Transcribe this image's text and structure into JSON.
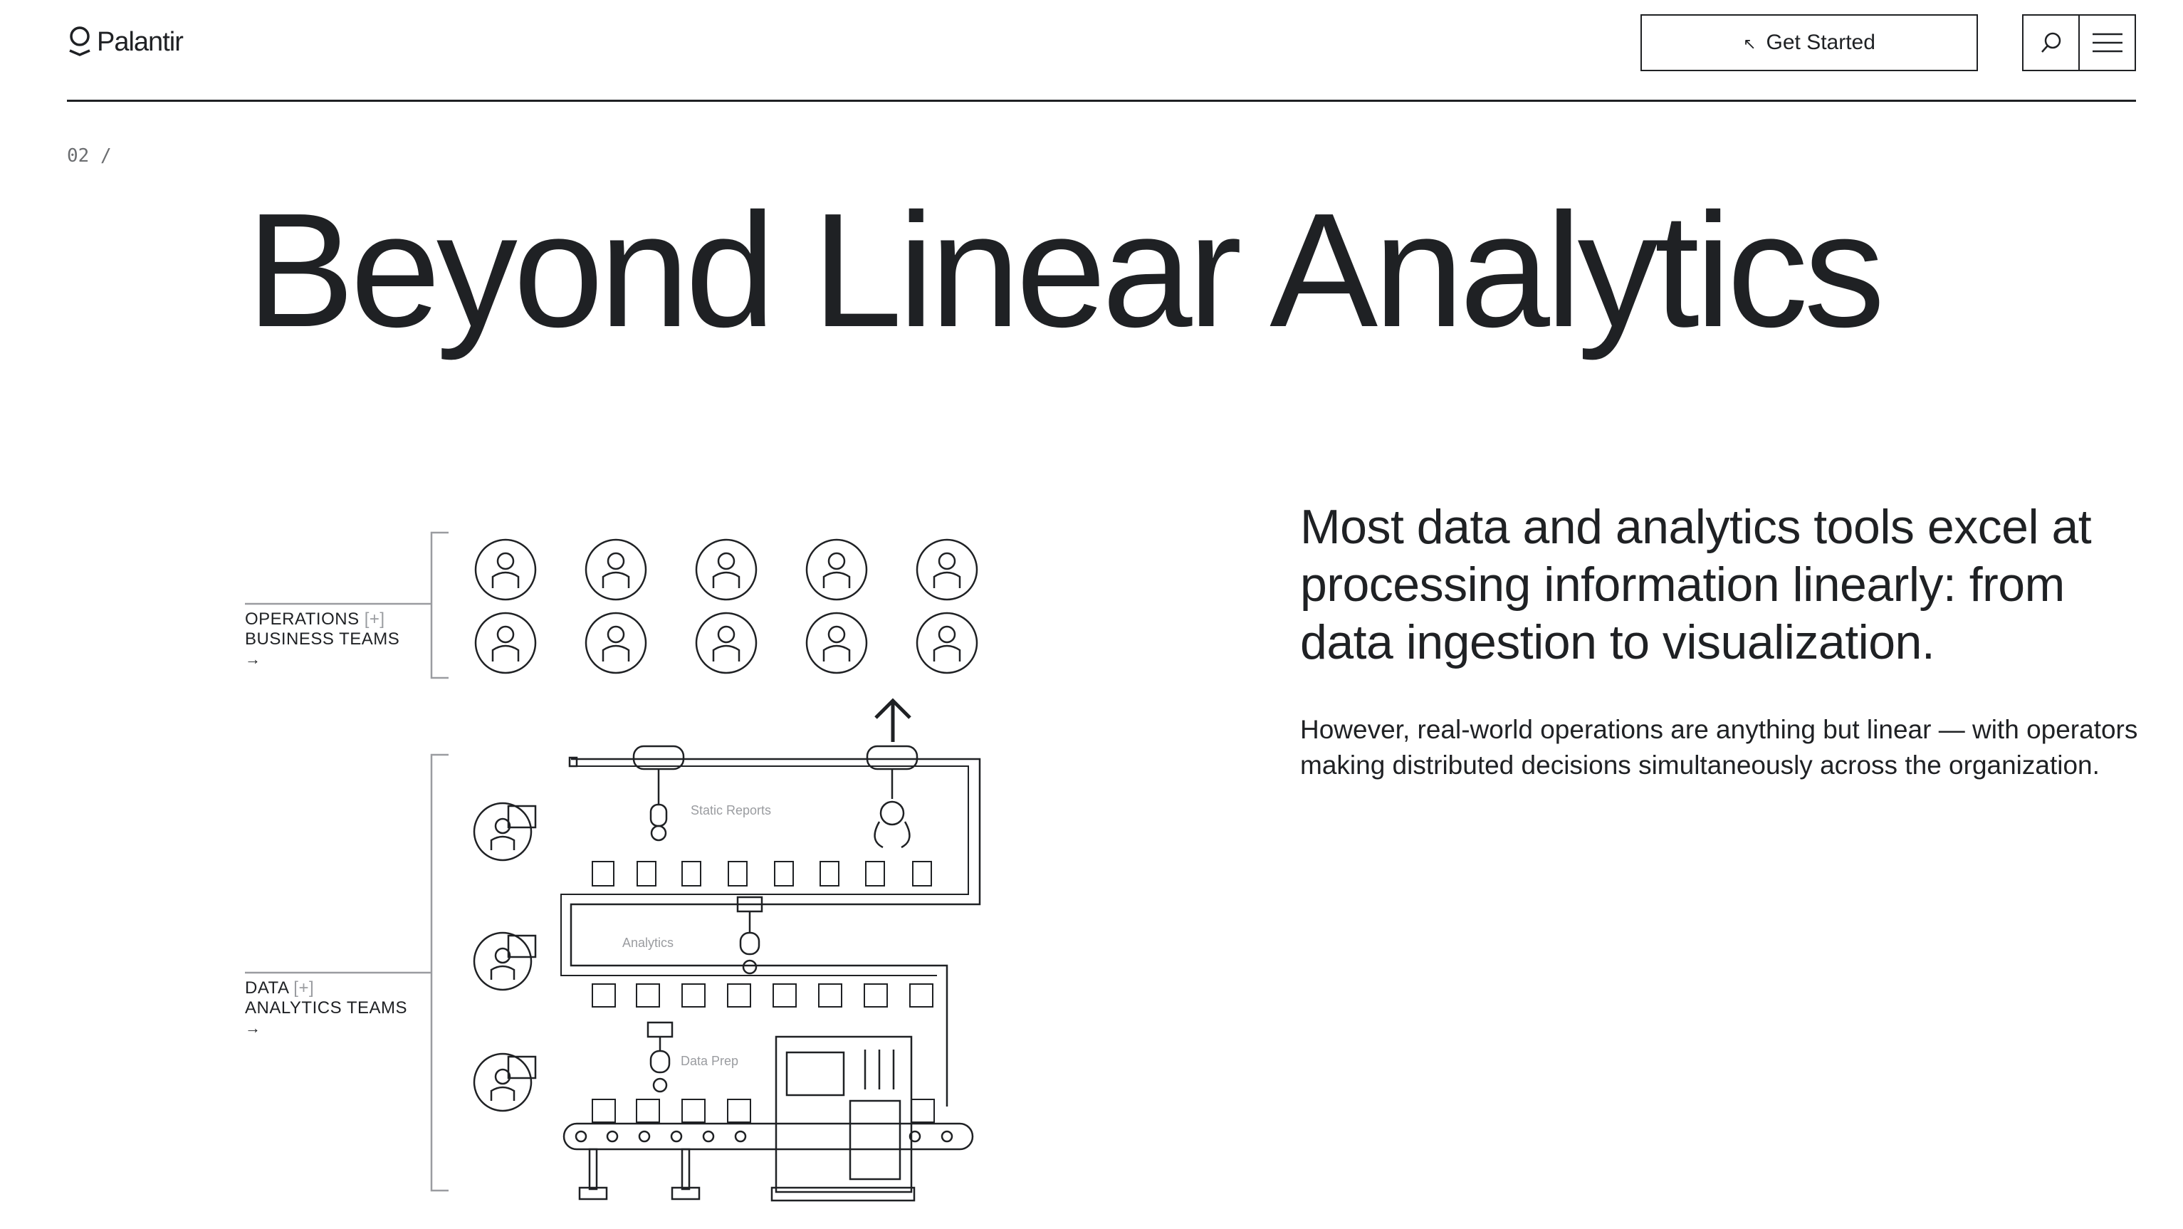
{
  "header": {
    "brand": "Palantir",
    "cta_label": "Get Started",
    "cta_icon": "arrow-up-left-icon",
    "search_icon": "search-icon",
    "menu_icon": "hamburger-menu-icon"
  },
  "section": {
    "number": "02 /",
    "title": "Beyond Linear Analytics"
  },
  "copy": {
    "lead": "Most data and analytics tools excel at processing information linearly: from data ingestion to visualization.",
    "body": "However, real-world operations are anything but linear — with operators making distributed decisions simultaneously across the organization."
  },
  "illustration": {
    "group_top": {
      "line1": "OPERATIONS",
      "plus": "[+]",
      "line2": "BUSINESS TEAMS",
      "arrow": "→"
    },
    "group_bottom": {
      "line1": "DATA",
      "plus": "[+]",
      "line2": "ANALYTICS TEAMS",
      "arrow": "→"
    },
    "stage_labels": {
      "reports": "Static Reports",
      "analytics": "Analytics",
      "prep": "Data Prep"
    }
  },
  "colors": {
    "ink": "#1f2124",
    "muted": "#9a9ca0",
    "background": "#ffffff"
  }
}
